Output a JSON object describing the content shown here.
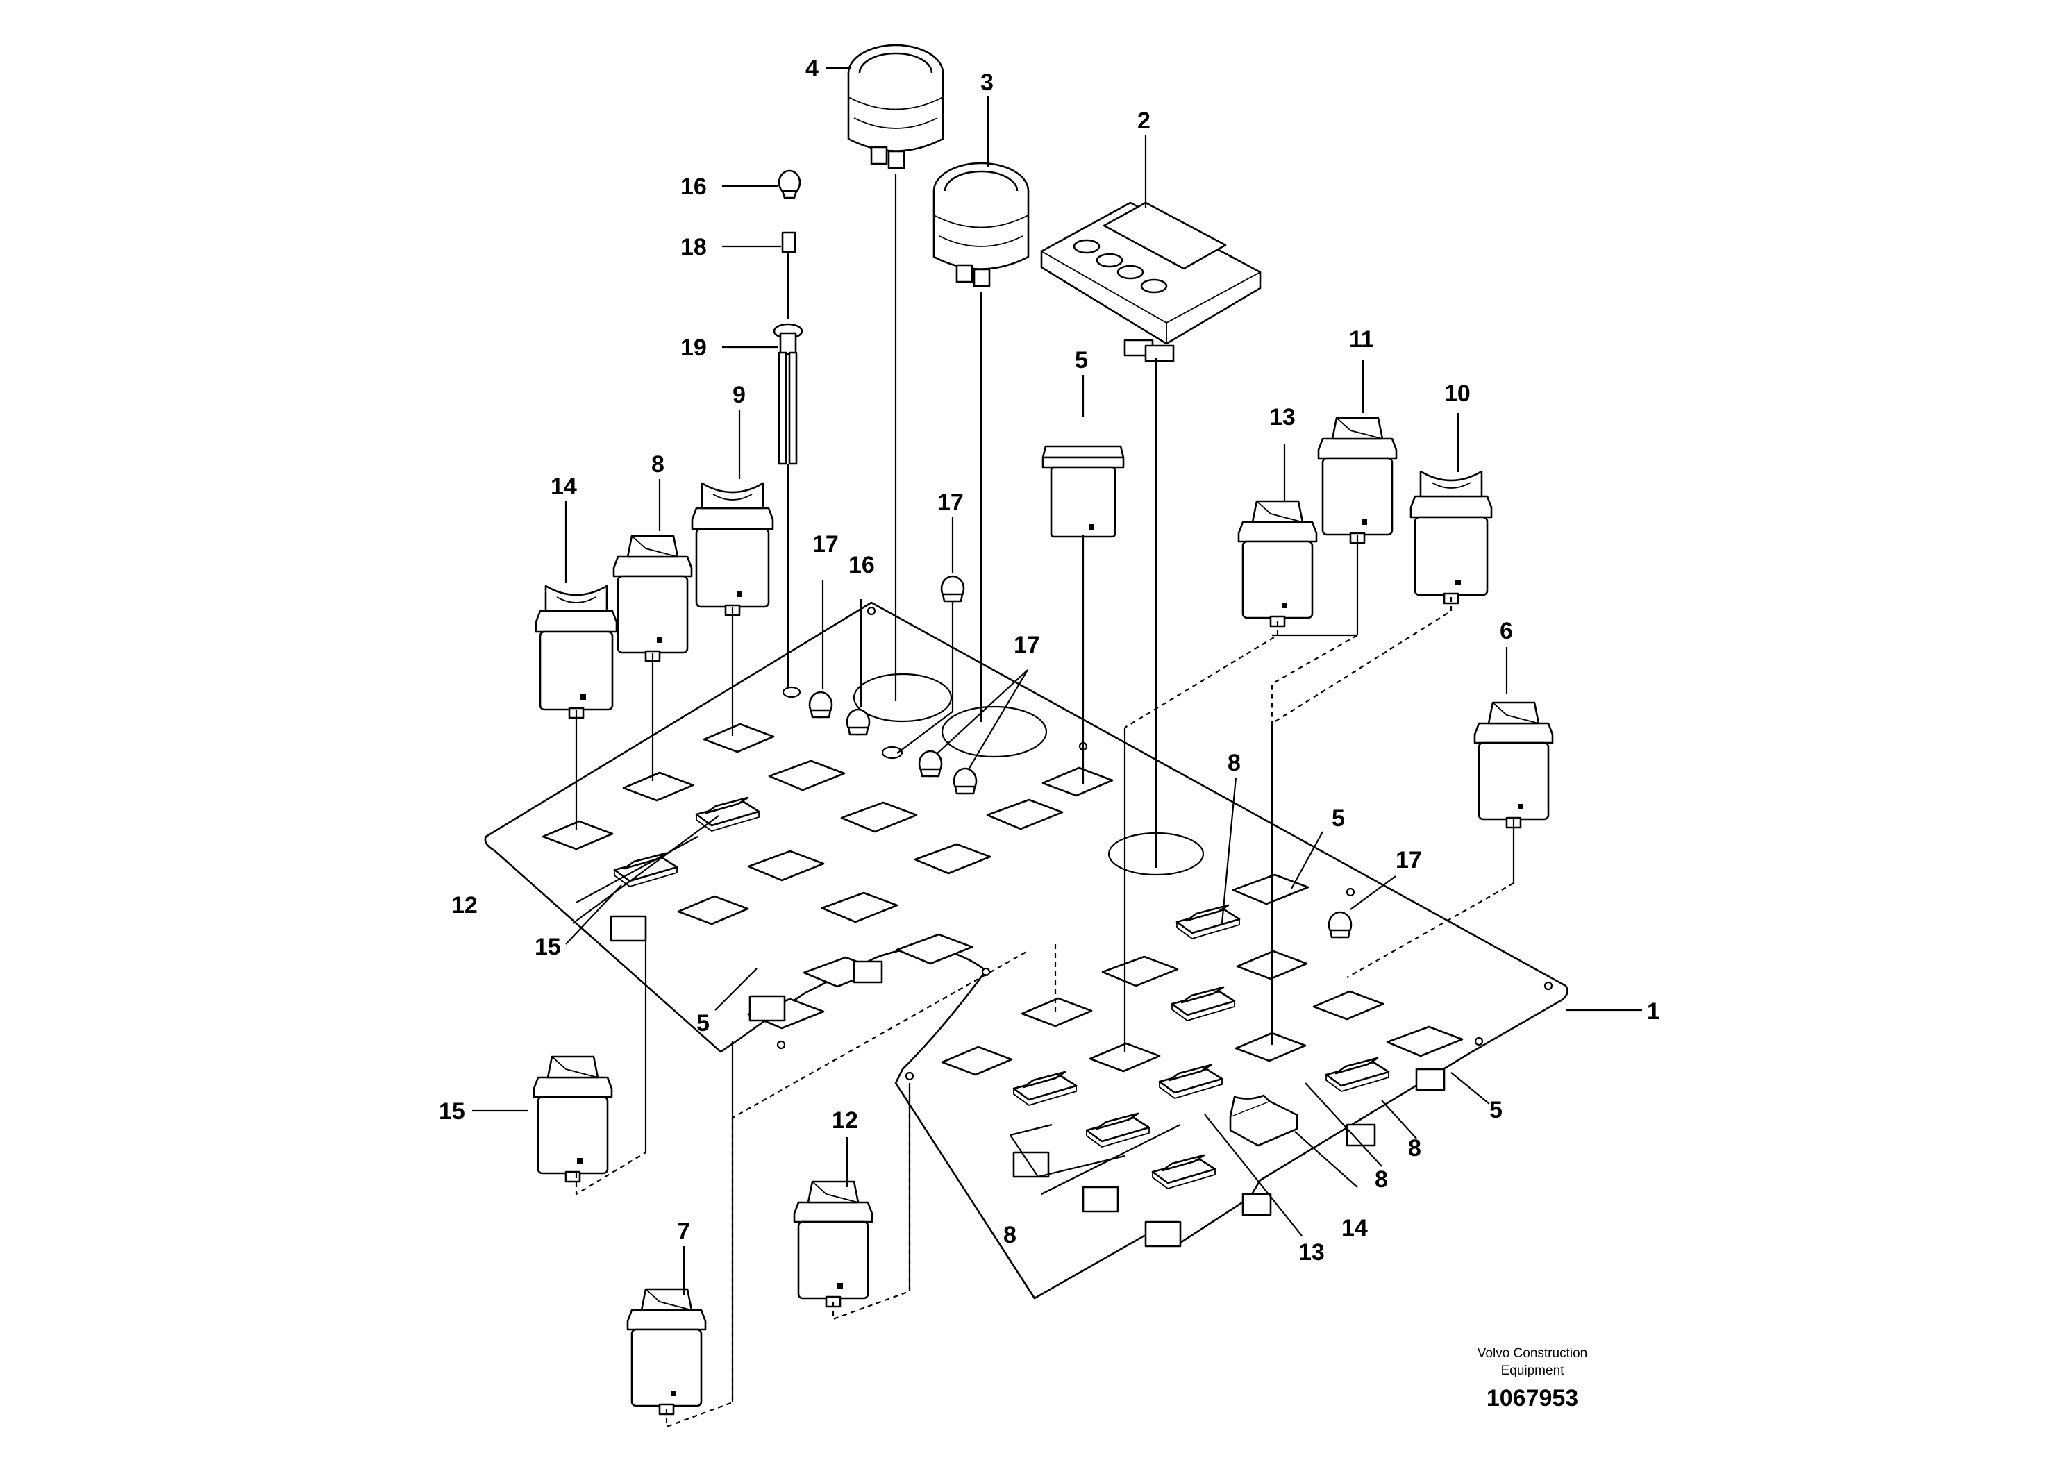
{
  "diagram": {
    "callouts": [
      {
        "id": "c1",
        "text": "1"
      },
      {
        "id": "c2",
        "text": "2"
      },
      {
        "id": "c3",
        "text": "3"
      },
      {
        "id": "c4",
        "text": "4"
      },
      {
        "id": "c5a",
        "text": "5"
      },
      {
        "id": "c5b",
        "text": "5"
      },
      {
        "id": "c5c",
        "text": "5"
      },
      {
        "id": "c5d",
        "text": "5"
      },
      {
        "id": "c6",
        "text": "6"
      },
      {
        "id": "c7",
        "text": "7"
      },
      {
        "id": "c8a",
        "text": "8"
      },
      {
        "id": "c8b",
        "text": "8"
      },
      {
        "id": "c8c",
        "text": "8"
      },
      {
        "id": "c8d",
        "text": "8"
      },
      {
        "id": "c8e",
        "text": "8"
      },
      {
        "id": "c9",
        "text": "9"
      },
      {
        "id": "c10",
        "text": "10"
      },
      {
        "id": "c11",
        "text": "11"
      },
      {
        "id": "c12a",
        "text": "12"
      },
      {
        "id": "c12b",
        "text": "12"
      },
      {
        "id": "c13a",
        "text": "13"
      },
      {
        "id": "c13b",
        "text": "13"
      },
      {
        "id": "c14a",
        "text": "14"
      },
      {
        "id": "c14b",
        "text": "14"
      },
      {
        "id": "c15a",
        "text": "15"
      },
      {
        "id": "c15b",
        "text": "15"
      },
      {
        "id": "c16a",
        "text": "16"
      },
      {
        "id": "c16b",
        "text": "16"
      },
      {
        "id": "c17a",
        "text": "17"
      },
      {
        "id": "c17b",
        "text": "17"
      },
      {
        "id": "c17c",
        "text": "17"
      },
      {
        "id": "c17d",
        "text": "17"
      },
      {
        "id": "c18",
        "text": "18"
      },
      {
        "id": "c19",
        "text": "19"
      }
    ],
    "company_line1": "Volvo Construction",
    "company_line2": "Equipment",
    "document_number": "1067953"
  }
}
